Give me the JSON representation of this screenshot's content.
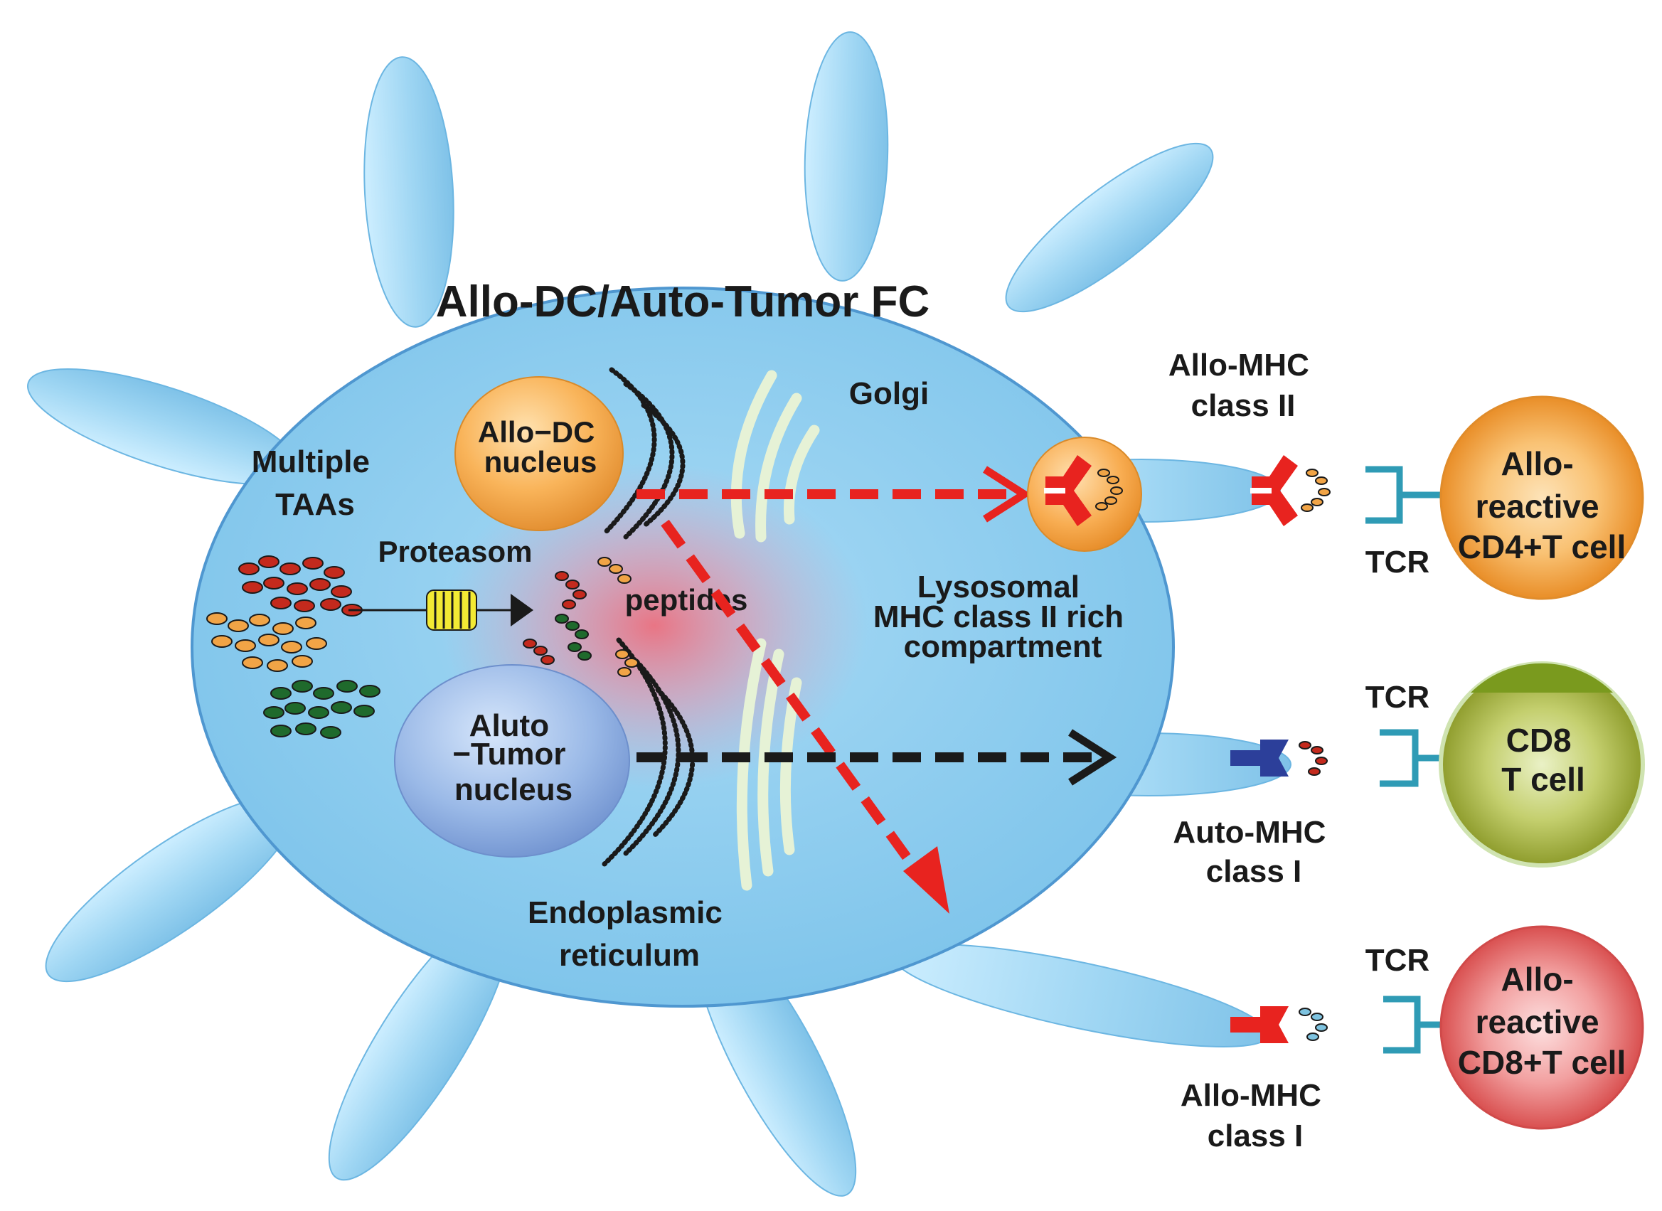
{
  "title": "Allo-DC/Auto-Tumor FC",
  "labels": {
    "allo_dc_nucleus": [
      "Allo−DC",
      "nucleus"
    ],
    "auto_tumor_nucleus": [
      "Aluto",
      "−Tumor",
      "nucleus"
    ],
    "multiple_taas": [
      "Multiple",
      "TAAs"
    ],
    "proteasom": "Proteasom",
    "peptides": "peptides",
    "golgi": "Golgi",
    "lysosomal": [
      "Lysosomal",
      "MHC class II rich",
      "compartment"
    ],
    "er": [
      "Endoplasmic",
      "reticulum"
    ],
    "allo_mhc_ii": [
      "Allo-MHC",
      "class II"
    ],
    "auto_mhc_i": [
      "Auto-MHC",
      "class I"
    ],
    "allo_mhc_i": [
      "Allo-MHC",
      "class I"
    ],
    "tcr": "TCR"
  },
  "t_cells": [
    {
      "id": "cd4",
      "lines": [
        "Allo-",
        "reactive",
        "CD4+T cell"
      ]
    },
    {
      "id": "cd8",
      "lines": [
        "CD8",
        "T cell"
      ]
    },
    {
      "id": "cd8allo",
      "lines": [
        "Allo-",
        "reactive",
        "CD8+T cell"
      ]
    }
  ],
  "colors": {
    "cell_body": "#8ccbee",
    "nucleus_dc": "#f7a64a",
    "nucleus_tumor": "#90b2e4",
    "red_arrow": "#e8231f",
    "black_arrow": "#1a1a1a",
    "mhc_ii": "#e8231f",
    "auto_mhc_i": "#2c3f9a",
    "allo_mhc_i": "#e8231f",
    "tcr": "#2f9bb5",
    "cd4_cell": "#f2a038",
    "cd8_cell": "#9aaa38",
    "cd8allo_cell": "#e46a6a"
  }
}
